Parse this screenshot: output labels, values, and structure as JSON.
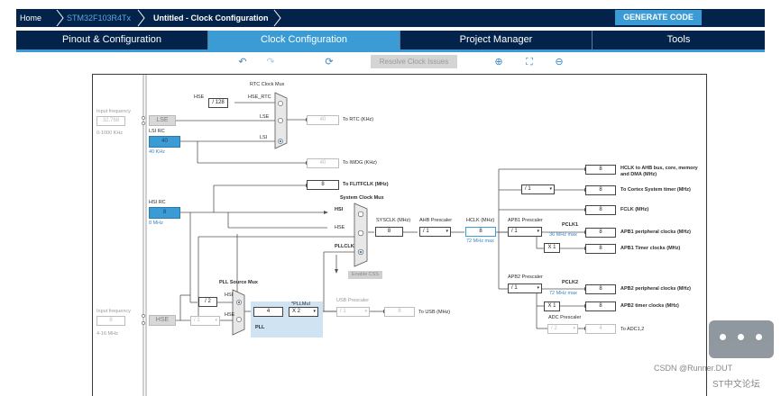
{
  "breadcrumb": {
    "home": "Home",
    "chip": "STM32F103R4Tx",
    "project": "Untitled - Clock Configuration"
  },
  "generate_label": "GENERATE CODE",
  "tabs": [
    {
      "label": "Pinout & Configuration"
    },
    {
      "label": "Clock Configuration"
    },
    {
      "label": "Project Manager"
    },
    {
      "label": "Tools"
    }
  ],
  "toolbar": {
    "resolve_label": "Resolve Clock Issues",
    "undo": "↶",
    "redo": "↷",
    "refresh": "⟳",
    "zoom_in": "⊕",
    "fit": "⛶",
    "zoom_out": "⊖"
  },
  "diagram": {
    "lse": {
      "input_label": "Input frequency",
      "value": "32.768",
      "range": "0-1000 KHz",
      "name": "LSE"
    },
    "lsi": {
      "name": "LSI RC",
      "value": "40",
      "unit": "40 KHz"
    },
    "hsi": {
      "name": "HSI RC",
      "value": "8",
      "unit": "8 MHz"
    },
    "hse": {
      "input_label": "Input frequency",
      "value": "8",
      "range": "4-16 MHz",
      "name": "HSE"
    },
    "rtc": {
      "title": "RTC Clock Mux",
      "hse_label": "HSE",
      "div128": "/ 128",
      "hse_rtc": "HSE_RTC",
      "lse": "LSE",
      "lsi": "LSI",
      "value": "40",
      "to": "To RTC (KHz)"
    },
    "iwdg": {
      "value": "40",
      "to": "To IWDG (KHz)"
    },
    "flitf": {
      "value": "8",
      "to": "To FLITFCLK (MHz)"
    },
    "sysmux": {
      "title": "System Clock Mux",
      "hsi": "HSI",
      "hse": "HSE",
      "pllclk": "PLLCLK",
      "enable_css": "Enable CSS"
    },
    "sysclk": {
      "label": "SYSCLK (MHz)",
      "value": "8"
    },
    "ahb": {
      "label": "AHB Prescaler",
      "value": "/ 1"
    },
    "hclk": {
      "label": "HCLK (MHz)",
      "value": "8",
      "max": "72 MHz max"
    },
    "pllsrc": {
      "title": "PLL Source Mux",
      "div2": "/ 2",
      "hsi": "HSI",
      "hse": "HSE",
      "prediv": "/ 1"
    },
    "pll": {
      "input": "4",
      "mul_label": "*PLLMul",
      "mul": "X 2",
      "name": "PLL"
    },
    "usb": {
      "label": "USB Prescaler",
      "value": "/ 1",
      "out": "8",
      "to": "To USB (MHz)"
    },
    "apb1": {
      "label": "APB1 Prescaler",
      "value": "/ 1",
      "pclk": "PCLK1",
      "max": "36 MHz max",
      "timer_mul": "X 1"
    },
    "apb2": {
      "label": "APB2 Prescaler",
      "value": "/ 1",
      "pclk": "PCLK2",
      "max": "72 MHz max",
      "timer_mul": "X 1"
    },
    "adc": {
      "label": "ADC Prescaler",
      "value": "/ 2",
      "out": "4",
      "to": "To ADC1,2"
    },
    "cortex_div": "/ 1",
    "outputs": [
      {
        "value": "8",
        "label": "HCLK to AHB bus, core, memory and DMA (MHz)"
      },
      {
        "value": "8",
        "label": "To Cortex System timer (MHz)"
      },
      {
        "value": "8",
        "label": "FCLK (MHz)"
      },
      {
        "value": "8",
        "label": "APB1 peripheral clocks (MHz)"
      },
      {
        "value": "8",
        "label": "APB1 Timer clocks (MHz)"
      },
      {
        "value": "8",
        "label": "APB2 peripheral clocks (MHz)"
      },
      {
        "value": "8",
        "label": "APB2 timer clocks (MHz)"
      }
    ]
  },
  "watermark": {
    "csdn": "CSDN @Runner.DUT",
    "forum": "ST中文论坛"
  }
}
